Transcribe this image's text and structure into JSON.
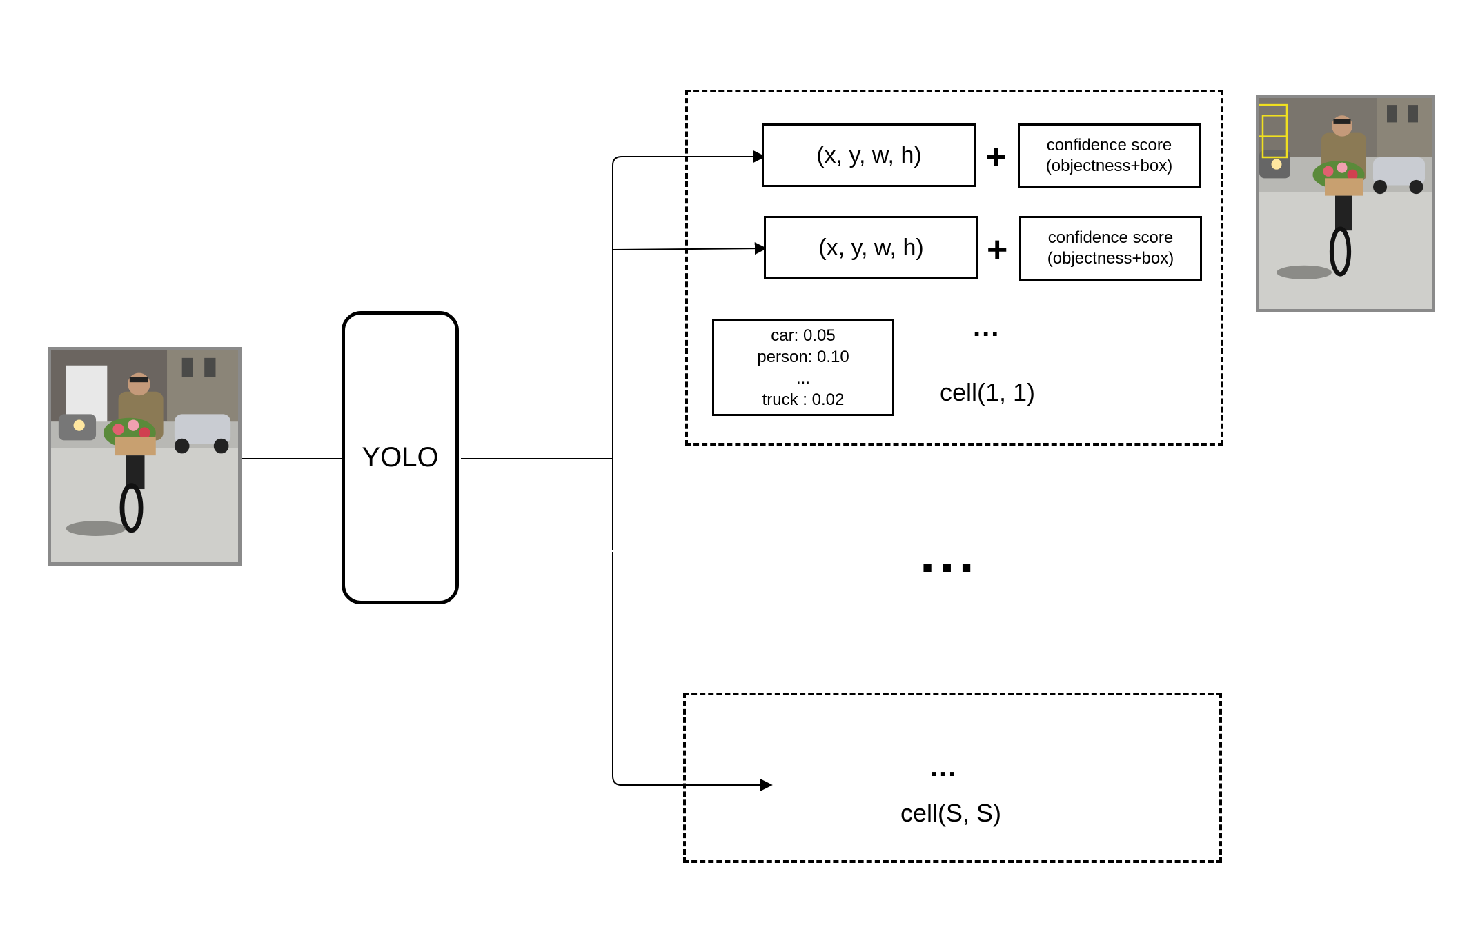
{
  "model": {
    "label": "YOLO"
  },
  "cell_first": {
    "label": "cell(1, 1)",
    "ellipsis": "...",
    "predictions": [
      {
        "coords": "(x, y, w, h)",
        "plus": "+",
        "conf_line1": "confidence score",
        "conf_line2": "(objectness+box)"
      },
      {
        "coords": "(x, y, w, h)",
        "plus": "+",
        "conf_line1": "confidence score",
        "conf_line2": "(objectness+box)"
      }
    ],
    "class_probs": {
      "line1": "car: 0.05",
      "line2": "person: 0.10",
      "line3": "...",
      "line4": "truck : 0.02"
    }
  },
  "middle_ellipsis": "...",
  "cell_last": {
    "label": "cell(S, S)",
    "ellipsis": "..."
  },
  "colors": {
    "line": "#000000",
    "frame": "#8a8a8a",
    "detection_box": "#f0e020"
  }
}
